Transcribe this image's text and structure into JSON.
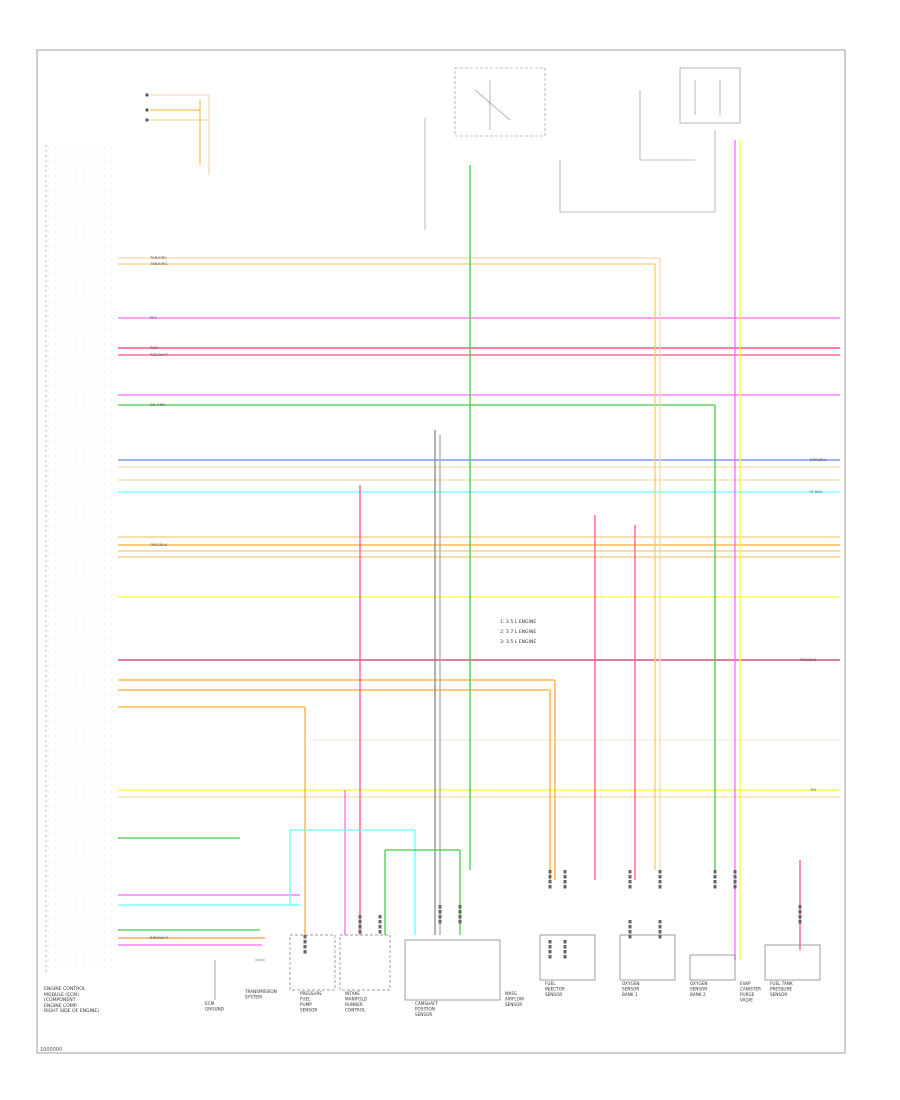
{
  "diagram": {
    "code": "1000000",
    "ecm_label": [
      "ENGINE CONTROL",
      "MODULE (ECM)",
      "(COMPONENT",
      "ENGINE COMP.",
      "RIGHT SIDE OF ENGINE)"
    ],
    "legend": [
      "1: 3.5 L ENGINE",
      "2: 3.7 L ENGINE",
      "3: 3.5 L ENGINE"
    ],
    "wires": [
      {
        "id": "w1",
        "color": "#f5c97a",
        "label": "TAN/GRY"
      },
      {
        "id": "w2",
        "color": "#f3d9a8",
        "label": "TAN/ORG"
      },
      {
        "id": "w3",
        "color": "#ff66ff",
        "label": "PPL"
      },
      {
        "id": "w4",
        "color": "#ff3366",
        "label": "RED"
      },
      {
        "id": "w5",
        "color": "#ff5588",
        "label": "RED/WHT"
      },
      {
        "id": "w6",
        "color": "#44cc44",
        "label": "DK GRN"
      },
      {
        "id": "w7",
        "color": "#6688ff",
        "label": "BRN/BLU"
      },
      {
        "id": "w8",
        "color": "#66ffff",
        "label": "LT BLU"
      },
      {
        "id": "w9",
        "color": "#ffaa33",
        "label": "ORG/BLK"
      },
      {
        "id": "w10",
        "color": "#cc3366",
        "label": "PNK/BLK"
      },
      {
        "id": "w11",
        "color": "#ffff33",
        "label": "YEL"
      },
      {
        "id": "w12",
        "color": "#ee9944",
        "label": "BRN/WHT"
      }
    ],
    "components": [
      {
        "id": "c1",
        "label": [
          "PRESSURE",
          "FUEL",
          "PUMP",
          "SENSOR"
        ]
      },
      {
        "id": "c2",
        "label": [
          "INTAKE",
          "MANIFOLD",
          "RUNNER",
          "CONTROL"
        ]
      },
      {
        "id": "c3",
        "label": [
          "CAMSHAFT",
          "POSITION",
          "SENSOR"
        ]
      },
      {
        "id": "c4",
        "label": [
          "MASS",
          "AIRFLOW",
          "SENSOR"
        ]
      },
      {
        "id": "c5",
        "label": [
          "FUEL",
          "INJECTOR",
          "SENSOR"
        ]
      },
      {
        "id": "c6",
        "label": [
          "OXYGEN",
          "SENSOR",
          "BANK 1"
        ]
      },
      {
        "id": "c7",
        "label": [
          "OXYGEN",
          "SENSOR",
          "BANK 2"
        ]
      },
      {
        "id": "c8",
        "label": [
          "FUEL TANK",
          "PRESSURE",
          "SENSOR"
        ]
      },
      {
        "id": "c9",
        "label": [
          "EVAP",
          "CANISTER",
          "PURGE",
          "VALVE"
        ]
      },
      {
        "id": "c10",
        "label": [
          "TRANSMISSION",
          "SYSTEM"
        ]
      },
      {
        "id": "c11",
        "label": [
          "ECM",
          "GROUND"
        ]
      }
    ]
  }
}
